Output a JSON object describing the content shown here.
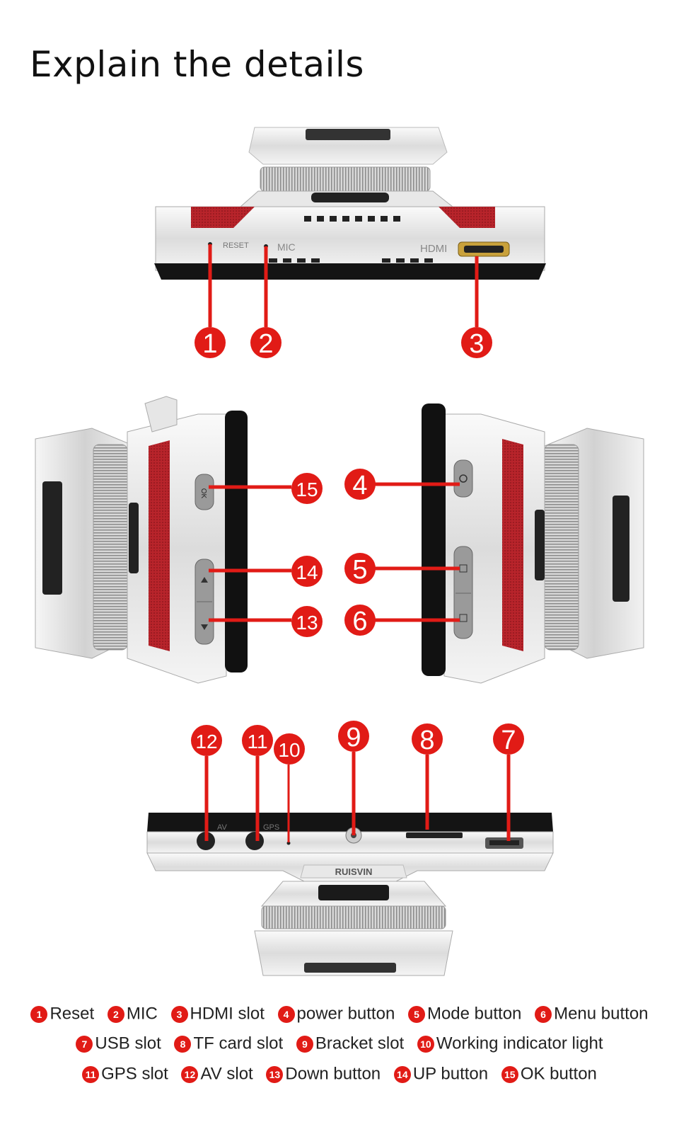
{
  "title": "Explain the details",
  "device_markings": {
    "top": [
      "RESET",
      "MIC",
      "HDMI"
    ],
    "left_side": [
      "OK"
    ],
    "bottom": [
      "AV",
      "GPS",
      "RUISVIN"
    ]
  },
  "colors": {
    "callout_red": "#e11b16",
    "device_body": "#f2f2f2",
    "screen_black": "#111111",
    "accent_red_panel": "#b8242b"
  },
  "callouts": [
    {
      "number": "1"
    },
    {
      "number": "2"
    },
    {
      "number": "3"
    },
    {
      "number": "4"
    },
    {
      "number": "5"
    },
    {
      "number": "6"
    },
    {
      "number": "7"
    },
    {
      "number": "8"
    },
    {
      "number": "9"
    },
    {
      "number": "10"
    },
    {
      "number": "11"
    },
    {
      "number": "12"
    },
    {
      "number": "13"
    },
    {
      "number": "14"
    },
    {
      "number": "15"
    }
  ],
  "legend": {
    "row1": [
      {
        "number": "1",
        "label": "Reset"
      },
      {
        "number": "2",
        "label": "MIC"
      },
      {
        "number": "3",
        "label": "HDMI slot"
      },
      {
        "number": "4",
        "label": "power button"
      },
      {
        "number": "5",
        "label": "Mode button"
      },
      {
        "number": "6",
        "label": "Menu button"
      }
    ],
    "row2": [
      {
        "number": "7",
        "label": "USB slot"
      },
      {
        "number": "8",
        "label": "TF card slot"
      },
      {
        "number": "9",
        "label": "Bracket slot"
      },
      {
        "number": "10",
        "label": "Working indicator light"
      }
    ],
    "row3": [
      {
        "number": "11",
        "label": "GPS slot"
      },
      {
        "number": "12",
        "label": "AV slot"
      },
      {
        "number": "13",
        "label": "Down button"
      },
      {
        "number": "14",
        "label": "UP button"
      },
      {
        "number": "15",
        "label": "OK button"
      }
    ]
  }
}
